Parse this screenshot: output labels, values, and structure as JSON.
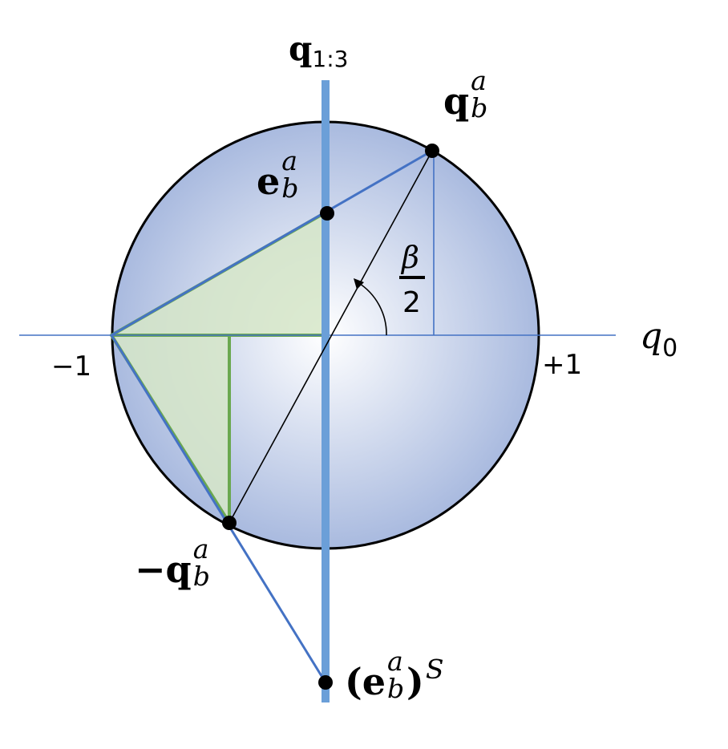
{
  "labels": {
    "axis_vertical": {
      "main": "q",
      "sub": "1:3"
    },
    "axis_horizontal": {
      "main": "q",
      "sub": "0"
    },
    "tick_left": "−1",
    "tick_right": "+1",
    "point_q": {
      "main": "q",
      "sub": "b",
      "sup": "a"
    },
    "point_e": {
      "main": "e",
      "sub": "b",
      "sup": "a"
    },
    "point_neg_q": {
      "prefix": "−",
      "main": "q",
      "sub": "b",
      "sup": "a"
    },
    "point_es": {
      "open": "(",
      "main": "e",
      "sub": "b",
      "sup": "a",
      "close": ")",
      "outer_sup": "S"
    },
    "angle": {
      "numerator": "β",
      "denominator": "2"
    }
  },
  "colors": {
    "sphere_edge": "#000000",
    "sphere_center": "#ffffff",
    "sphere_outer": "#a9badf",
    "vertical_axis": "#6b9fd8",
    "horizontal_axis": "#4472c4",
    "projection_line": "#4472c4",
    "triangle_fill": "#d6e6c8",
    "triangle_stroke": "#6aa84f",
    "points": "#000000"
  }
}
